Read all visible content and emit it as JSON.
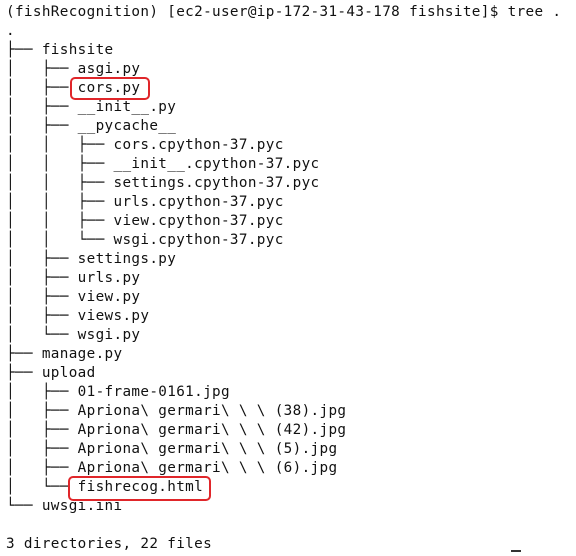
{
  "terminal": {
    "prompt_line": "(fishRecognition) [ec2-user@ip-172-31-43-178 fishsite]$ tree .",
    "lines": [
      ".",
      "├── fishsite",
      "│   ├── asgi.py",
      "│   ├── cors.py",
      "│   ├── __init__.py",
      "│   ├── __pycache__",
      "│   │   ├── cors.cpython-37.pyc",
      "│   │   ├── __init__.cpython-37.pyc",
      "│   │   ├── settings.cpython-37.pyc",
      "│   │   ├── urls.cpython-37.pyc",
      "│   │   ├── view.cpython-37.pyc",
      "│   │   └── wsgi.cpython-37.pyc",
      "│   ├── settings.py",
      "│   ├── urls.py",
      "│   ├── view.py",
      "│   ├── views.py",
      "│   └── wsgi.py",
      "├── manage.py",
      "├── upload",
      "│   ├── 01-frame-0161.jpg",
      "│   ├── Apriona\\ germari\\ \\ \\ (38).jpg",
      "│   ├── Apriona\\ germari\\ \\ \\ (42).jpg",
      "│   ├── Apriona\\ germari\\ \\ \\ (5).jpg",
      "│   ├── Apriona\\ germari\\ \\ \\ (6).jpg",
      "│   └── fishrecog.html",
      "└── uwsgi.ini",
      "",
      "3 directories, 22 files"
    ]
  },
  "annotations": {
    "color": "#e0262a",
    "highlighted_items": [
      "cors.py",
      "fishrecog.html"
    ]
  }
}
